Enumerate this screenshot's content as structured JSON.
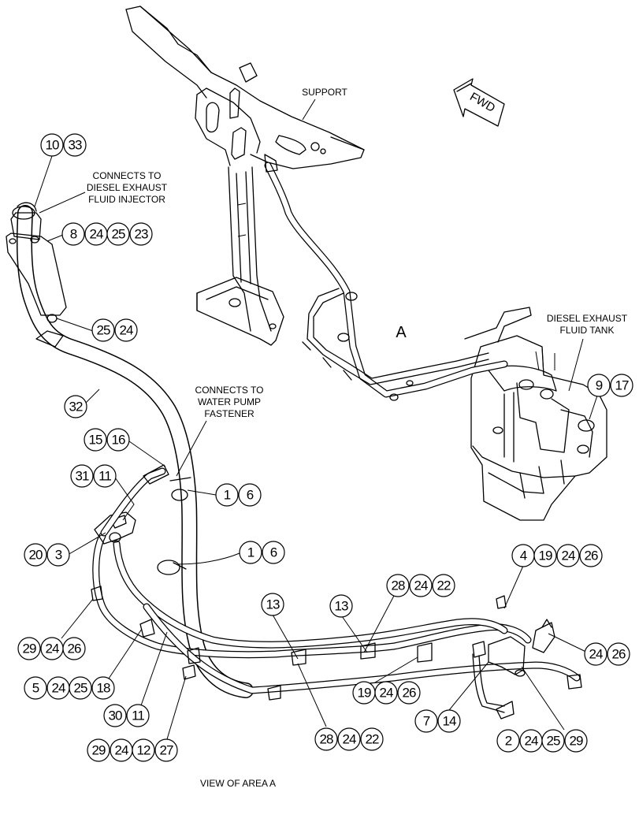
{
  "labels": {
    "support": "SUPPORT",
    "fwd": "FWD",
    "injector": [
      "CONNECTS TO",
      "DIESEL EXHAUST",
      "FLUID INJECTOR"
    ],
    "water_pump": [
      "CONNECTS TO",
      "WATER PUMP",
      "FASTENER"
    ],
    "tank": [
      "DIESEL EXHAUST",
      "FLUID TANK"
    ],
    "area_letter": "A",
    "view": "VIEW OF AREA  A"
  },
  "callouts": [
    {
      "id": "c-10-33",
      "numbers": [
        "10",
        "33"
      ]
    },
    {
      "id": "c-8-24-25-23",
      "numbers": [
        "8",
        "24",
        "25",
        "23"
      ]
    },
    {
      "id": "c-25-24",
      "numbers": [
        "25",
        "24"
      ]
    },
    {
      "id": "c-32",
      "numbers": [
        "32"
      ]
    },
    {
      "id": "c-15-16",
      "numbers": [
        "15",
        "16"
      ]
    },
    {
      "id": "c-31-11",
      "numbers": [
        "31",
        "11"
      ]
    },
    {
      "id": "c-1-6-a",
      "numbers": [
        "1",
        "6"
      ]
    },
    {
      "id": "c-20-3",
      "numbers": [
        "20",
        "3"
      ]
    },
    {
      "id": "c-1-6-b",
      "numbers": [
        "1",
        "6"
      ]
    },
    {
      "id": "c-9-17",
      "numbers": [
        "9",
        "17"
      ]
    },
    {
      "id": "c-4-19-24-26",
      "numbers": [
        "4",
        "19",
        "24",
        "26"
      ]
    },
    {
      "id": "c-28-24-22-a",
      "numbers": [
        "28",
        "24",
        "22"
      ]
    },
    {
      "id": "c-13-a",
      "numbers": [
        "13"
      ]
    },
    {
      "id": "c-13-b",
      "numbers": [
        "13"
      ]
    },
    {
      "id": "c-29-24-26",
      "numbers": [
        "29",
        "24",
        "26"
      ]
    },
    {
      "id": "c-24-26",
      "numbers": [
        "24",
        "26"
      ]
    },
    {
      "id": "c-5-24-25-18",
      "numbers": [
        "5",
        "24",
        "25",
        "18"
      ]
    },
    {
      "id": "c-19-24-26",
      "numbers": [
        "19",
        "24",
        "26"
      ]
    },
    {
      "id": "c-30-11",
      "numbers": [
        "30",
        "11"
      ]
    },
    {
      "id": "c-7-14",
      "numbers": [
        "7",
        "14"
      ]
    },
    {
      "id": "c-28-24-22-b",
      "numbers": [
        "28",
        "24",
        "22"
      ]
    },
    {
      "id": "c-2-24-25-29",
      "numbers": [
        "2",
        "24",
        "25",
        "29"
      ]
    },
    {
      "id": "c-29-24-12-27",
      "numbers": [
        "29",
        "24",
        "12",
        "27"
      ]
    }
  ]
}
